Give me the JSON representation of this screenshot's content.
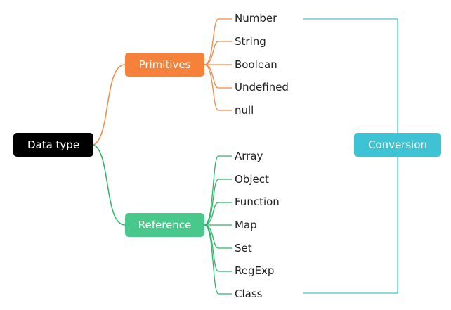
{
  "root": {
    "label": "Data type",
    "color": "#000000"
  },
  "groups": [
    {
      "label": "Primitives",
      "color": "#f5813a",
      "line_color": "#f08a45",
      "items": [
        "Number",
        "String",
        "Boolean",
        "Undefined",
        "null"
      ]
    },
    {
      "label": "Reference",
      "color": "#48c88a",
      "line_color": "#2bb567",
      "items": [
        "Array",
        "Object",
        "Function",
        "Map",
        "Set",
        "RegExp",
        "Class"
      ]
    }
  ],
  "conversion": {
    "label": "Conversion",
    "color": "#3ec3d4",
    "line_color": "#4cc3d0"
  }
}
